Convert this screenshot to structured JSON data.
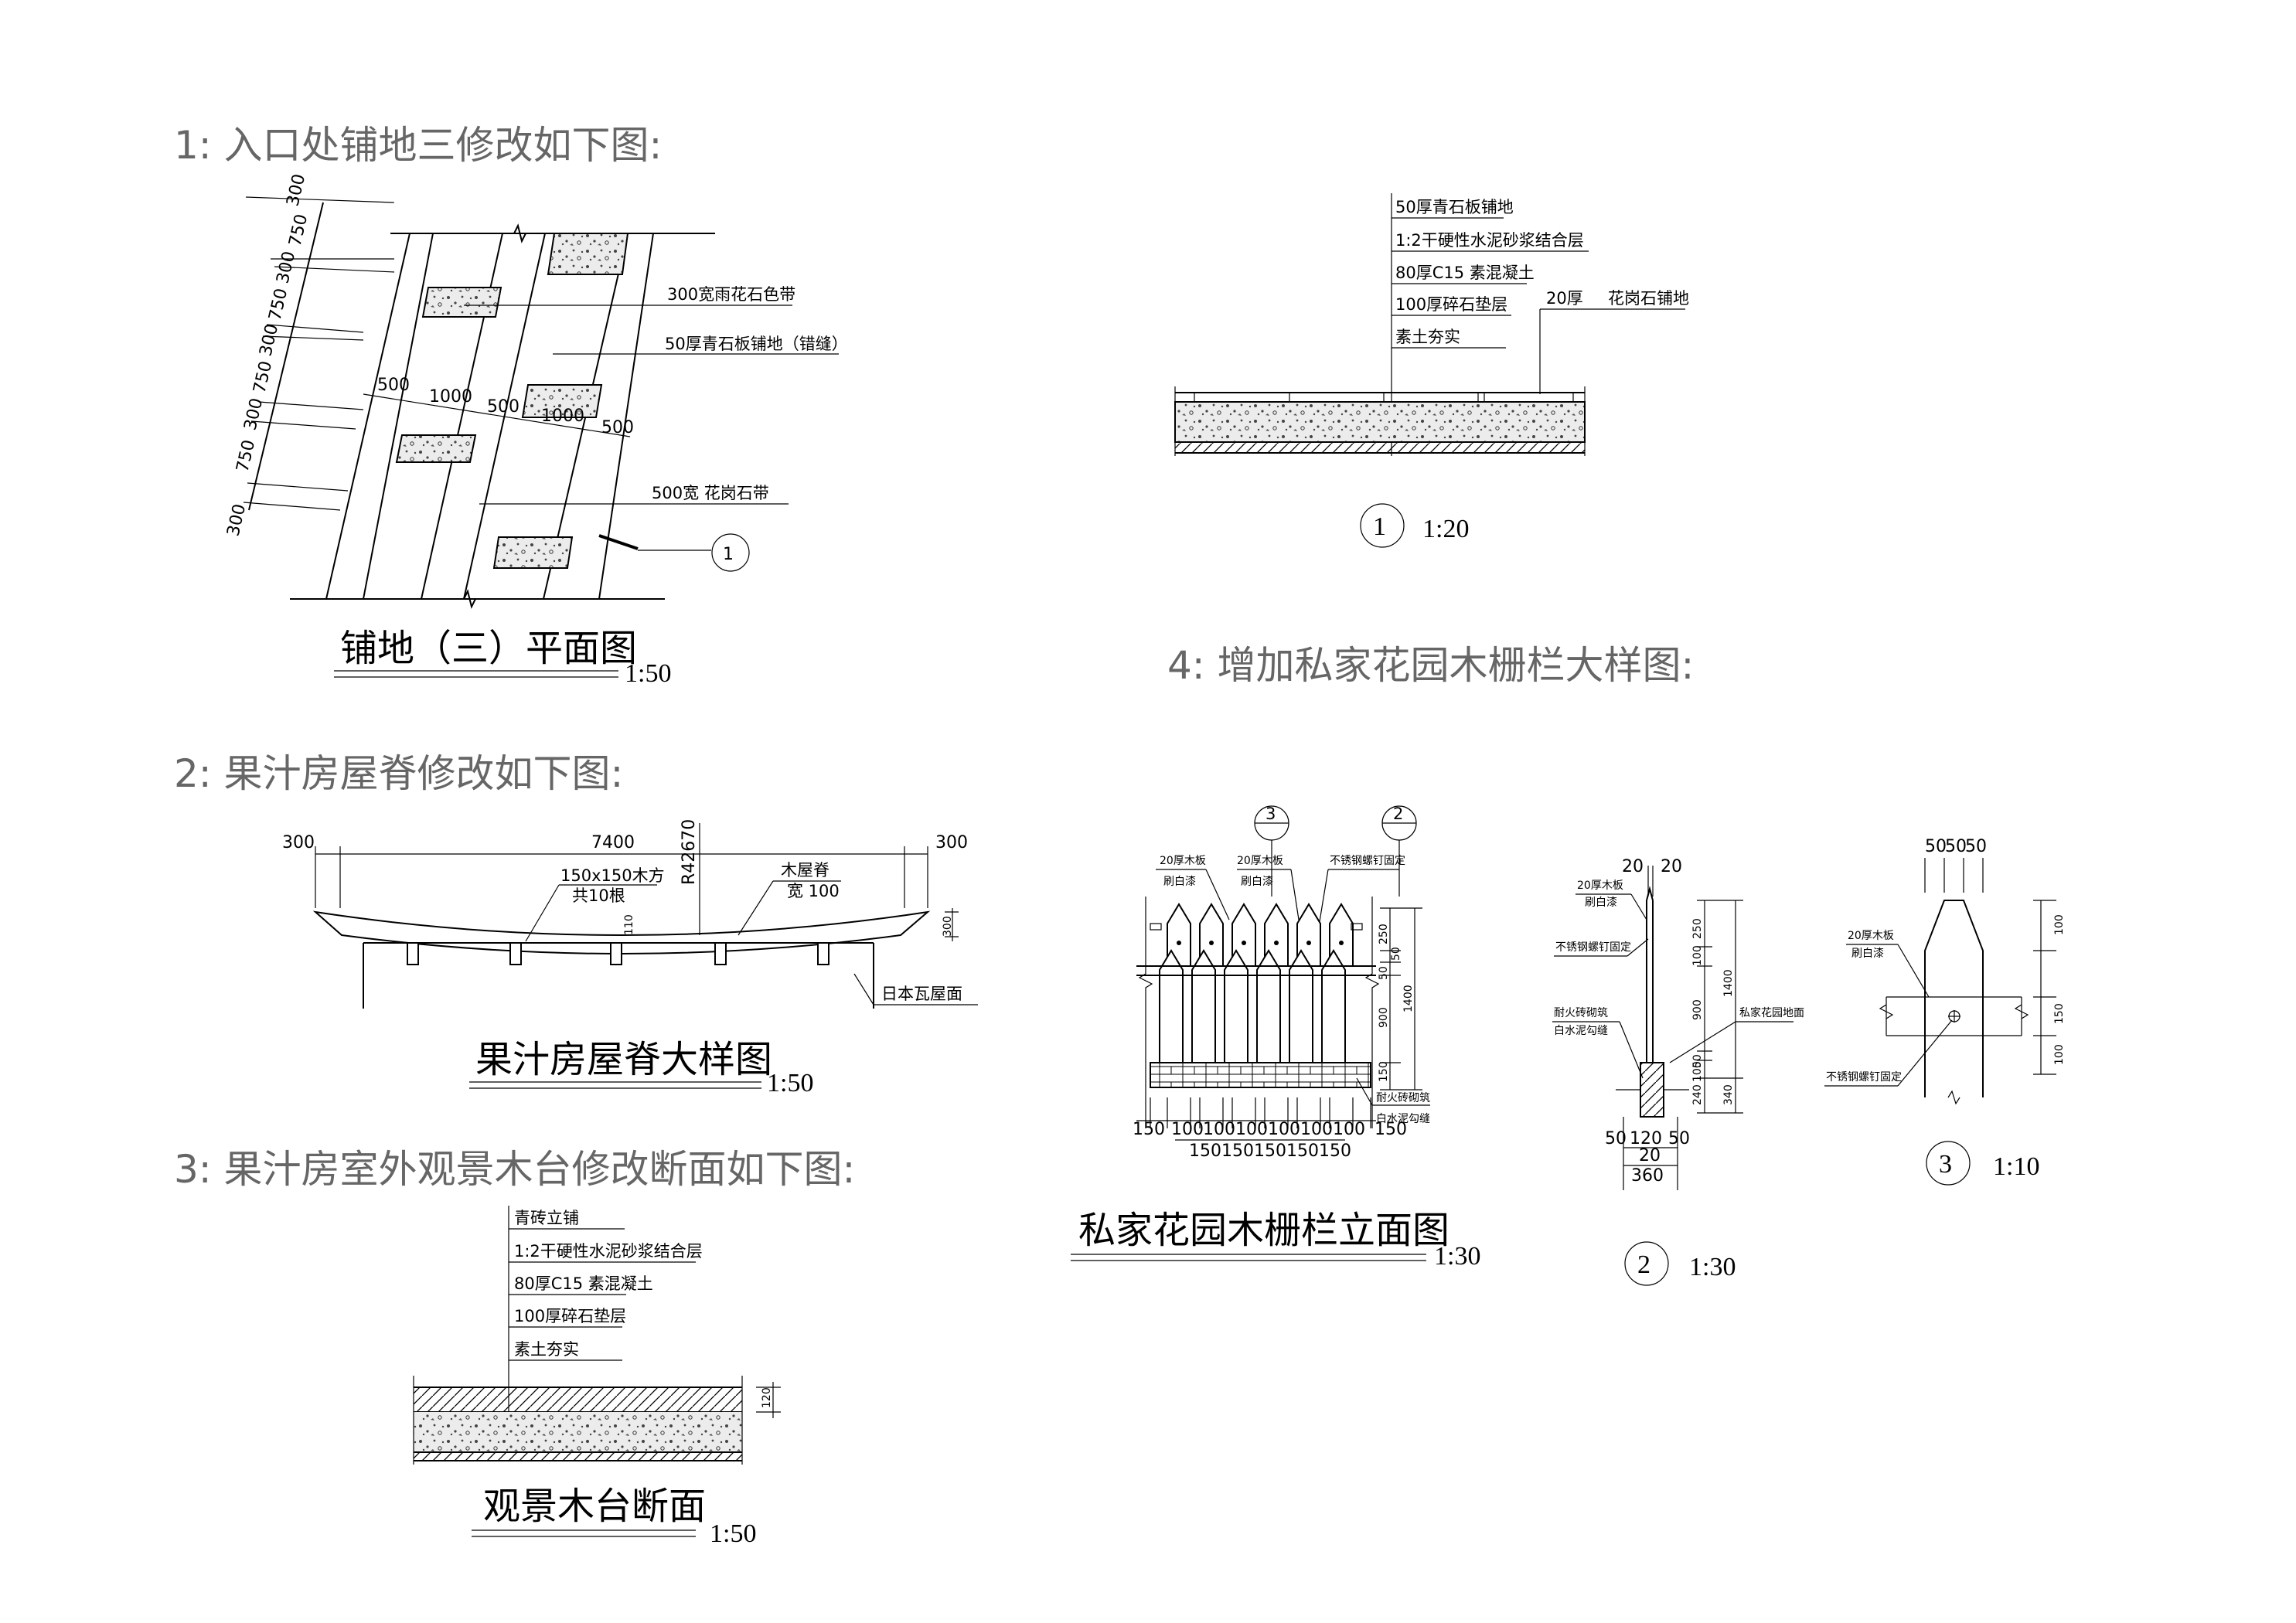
{
  "headings": {
    "h1": "1: 入口处铺地三修改如下图:",
    "h2": "2: 果汁房屋脊修改如下图:",
    "h3": "3: 果汁房室外观景木台修改断面如下图:",
    "h4": "4: 增加私家花园木栅栏大样图:"
  },
  "paving_plan": {
    "title": "铺地（三）平面图",
    "scale": "1:50",
    "labels": [
      "300宽雨花石色带",
      "50厚青石板铺地（错缝）",
      "500宽   花岗石带"
    ],
    "callout": "1",
    "left_dims": [
      "300",
      "750",
      "300",
      "750",
      "300",
      "750",
      "300",
      "750",
      "300"
    ],
    "row_dims": [
      "500",
      "1000",
      "500",
      "1000",
      "500"
    ]
  },
  "section1": {
    "layers": [
      "50厚青石板铺地",
      "1:2干硬性水泥砂浆结合层",
      "80厚C15 素混凝土",
      "100厚碎石垫层",
      "素土夯实"
    ],
    "side_label_a": "20厚",
    "side_label_b": "花岗石铺地",
    "marker": "1",
    "scale": "1:20"
  },
  "ridge": {
    "title": "果汁房屋脊大样图",
    "scale": "1:50",
    "dims": [
      "300",
      "7400",
      "300"
    ],
    "r_label": "R42670",
    "beam_label_1": "150x150木方",
    "beam_label_2": "共10根",
    "ridge_label_1": "木屋脊",
    "ridge_label_2": "宽 100",
    "dim_110": "110",
    "dim_300": "300",
    "roof_label": "日本瓦屋面"
  },
  "deck": {
    "title": "观景木台断面",
    "scale": "1:50",
    "layers": [
      "青砖立铺",
      "1:2干硬性水泥砂浆结合层",
      "80厚C15 素混凝土",
      "100厚碎石垫层",
      "素土夯实"
    ],
    "dim": "120"
  },
  "fence_elev": {
    "title": "私家花园木栅栏立面图",
    "scale": "1:30",
    "markers": [
      "3",
      "2"
    ],
    "label_a_1": "20厚木板",
    "label_a_2": "刷白漆",
    "label_b_1": "20厚木板",
    "label_b_2": "刷白漆",
    "label_c": "不锈钢螺钉固定",
    "label_d_1": "耐火砖砌筑",
    "label_d_2": "白水泥勾缝",
    "right_dims": [
      "250",
      "50",
      "50",
      "900",
      "1400",
      "150"
    ],
    "bottom_dims_1": [
      "150",
      "100",
      "100",
      "100",
      "100",
      "100",
      "100",
      "150"
    ],
    "bottom_dims_2": [
      "150",
      "150",
      "150",
      "150",
      "150"
    ]
  },
  "fence_sec": {
    "marker": "2",
    "scale": "1:30",
    "top_dims": [
      "20",
      "20"
    ],
    "label_a_1": "20厚木板",
    "label_a_2": "刷白漆",
    "label_b": "不锈钢螺钉固定",
    "label_c_1": "耐火砖砌筑",
    "label_c_2": "白水泥勾缝",
    "label_d": "私家花园地面",
    "v_dims_1": [
      "250",
      "100",
      "900",
      "50",
      "100",
      "240"
    ],
    "v_dims_2": [
      "1400",
      "340"
    ],
    "bottom_dims": [
      "50",
      "120",
      "50",
      "20",
      "360"
    ]
  },
  "fence_detail": {
    "marker": "3",
    "scale": "1:10",
    "top_dims": [
      "50",
      "50",
      "50"
    ],
    "label_a_1": "20厚木板",
    "label_a_2": "刷白漆",
    "label_b": "不锈钢螺钉固定",
    "right_dims": [
      "100",
      "150",
      "100"
    ]
  }
}
